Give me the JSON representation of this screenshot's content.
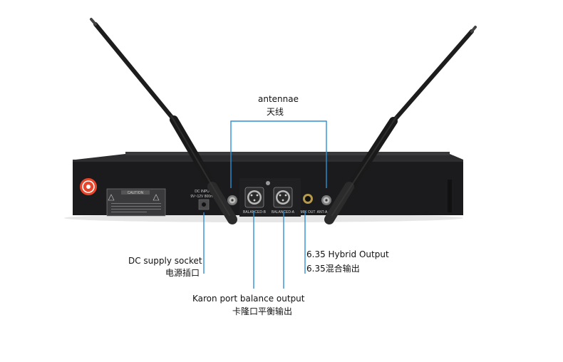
{
  "annotations": {
    "antennae": {
      "en": "antennae",
      "zh": "天线"
    },
    "dc_socket": {
      "en": "DC supply socket",
      "zh": "电源插口"
    },
    "karon": {
      "en": "Karon port balance output",
      "zh": "卡隆口平衡输出"
    },
    "hybrid": {
      "en": "6.35 Hybrid Output",
      "zh": "6.35混合输出"
    }
  },
  "device": {
    "caution_title": "CAUTION",
    "dc_label": "DC INPUT",
    "dc_spec": "9V~12V 800mA",
    "balanced_b": "BALANCED-B",
    "balanced_a": "BALANCED-A",
    "mix_out": "MIX OUT",
    "ant_a": "ANT-A"
  },
  "colors": {
    "leader_line": "#2f8fd6",
    "chassis": "#1e1e20",
    "chassis_top": "#2a2a2c",
    "logo": "#e8452a"
  }
}
